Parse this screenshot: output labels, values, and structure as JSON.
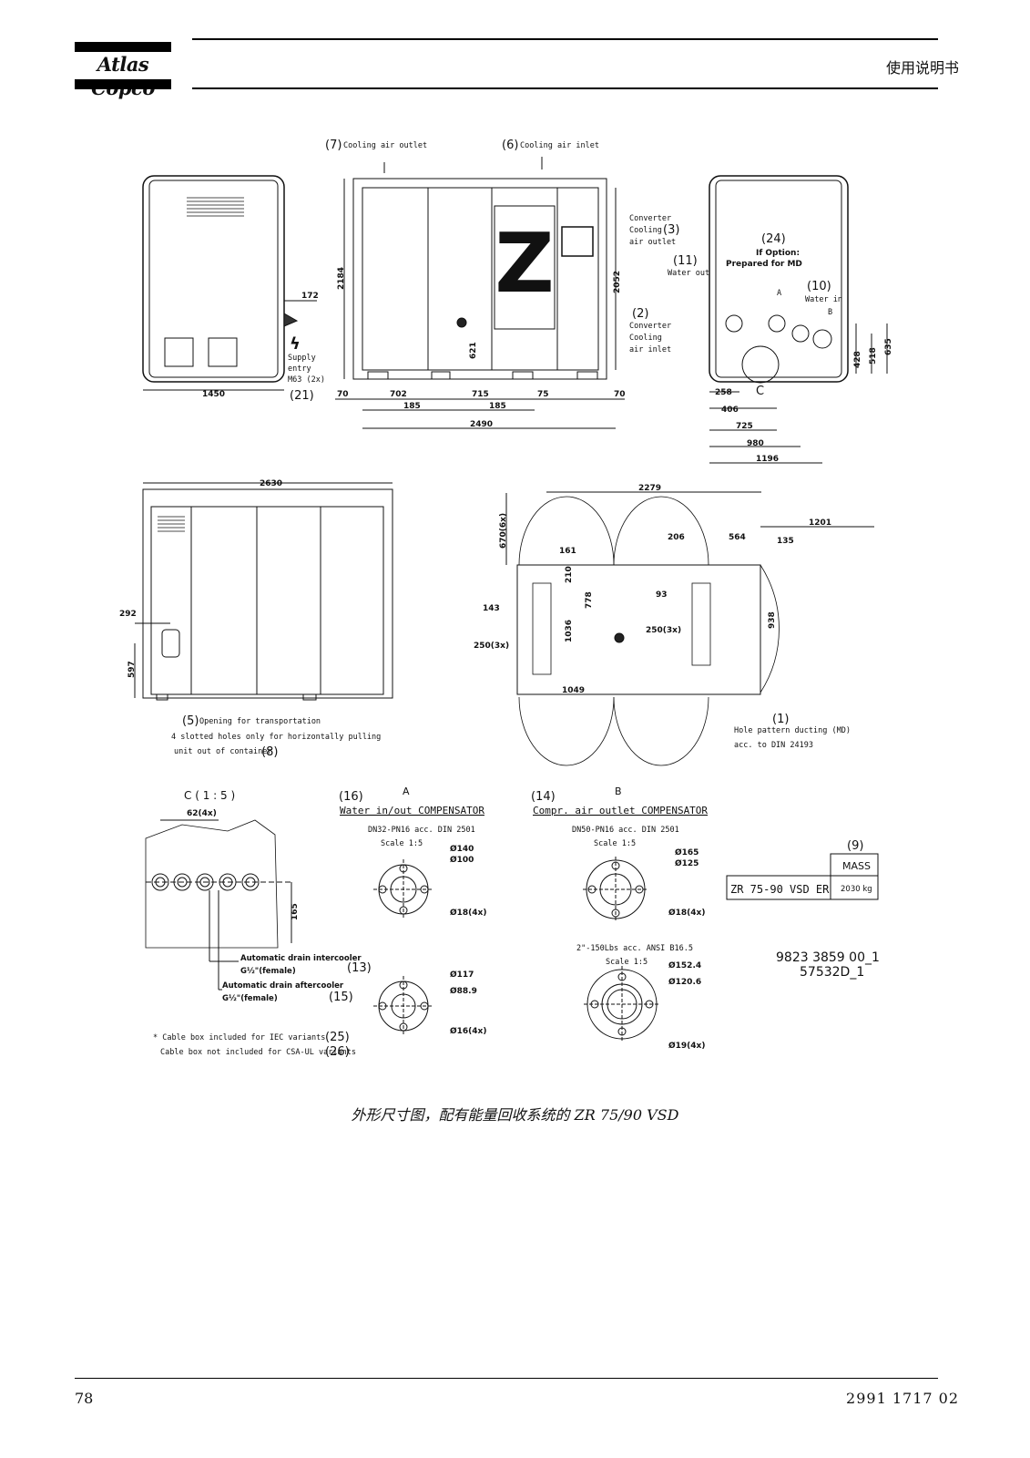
{
  "header": {
    "logo": "Atlas Copco",
    "title": "使用说明书"
  },
  "drawing": {
    "front": {
      "cooling_air_outlet": "Cooling air outlet",
      "cooling_air_outlet_ref": "(7)",
      "cooling_air_inlet": "Cooling air inlet",
      "cooling_air_inlet_ref": "(6)",
      "converter_outlet": [
        "Converter",
        "Cooling",
        "air outlet"
      ],
      "converter_outlet_ref": "(3)",
      "converter_inlet": [
        "Converter",
        "Cooling",
        "air inlet"
      ],
      "converter_inlet_ref": "(2)",
      "dims": [
        "2184",
        "2052",
        "621",
        "70",
        "702",
        "715",
        "75",
        "70",
        "185",
        "185",
        "2490"
      ]
    },
    "left": {
      "supply_entry": [
        "Supply",
        "entry",
        "M63 (2x)"
      ],
      "supply_ref": "(21)",
      "dims": [
        "172",
        "1450"
      ]
    },
    "right": {
      "water_out": "Water out",
      "water_out_ref": "(11)",
      "option_ref": "(24)",
      "option_text": [
        "If Option:",
        "Prepared for MD"
      ],
      "water_in": "Water in",
      "water_in_ref": "(10)",
      "markers": [
        "A",
        "B",
        "C"
      ],
      "dims": [
        "428",
        "518",
        "635",
        "258",
        "406",
        "725",
        "980",
        "1196"
      ]
    },
    "side": {
      "dims": [
        "2630",
        "292",
        "597"
      ],
      "opening_ref": "(5)",
      "opening": "Opening for transportation",
      "slotted": [
        "4 slotted holes only for horizontally pulling",
        "unit out of container"
      ],
      "slotted_ref": "(8)"
    },
    "top": {
      "dims": [
        "2279",
        "670(6x)",
        "161",
        "210",
        "206",
        "564",
        "135",
        "1201",
        "143",
        "778",
        "93",
        "250(3x)",
        "250(3x)",
        "1036",
        "938",
        "1049"
      ],
      "hole_ref": "(1)",
      "hole_text": [
        "Hole pattern ducting (MD)",
        "acc. to DIN 24193"
      ]
    },
    "detail_c": {
      "title": "C  ( 1 : 5 )",
      "dims": [
        "62(4x)",
        "165"
      ],
      "drain_inter": [
        "Automatic drain intercooler",
        "G½\"(female)"
      ],
      "drain_inter_ref": "(13)",
      "drain_after": [
        "Automatic drain aftercooler",
        "G½\"(female)"
      ],
      "drain_after_ref": "(15)"
    },
    "detail_a": {
      "ref": "(16)",
      "letter": "A",
      "title": "Water in/out COMPENSATOR",
      "spec": "DN32-PN16 acc. DIN 2501",
      "scale": "Scale 1:5",
      "dims1": [
        "Ø140",
        "Ø100",
        "Ø18(4x)"
      ],
      "dims2": [
        "Ø117",
        "Ø88.9",
        "Ø16(4x)"
      ]
    },
    "detail_b": {
      "ref": "(14)",
      "letter": "B",
      "title": "Compr. air outlet COMPENSATOR",
      "spec": "DN50-PN16 acc. DIN 2501",
      "scale": "Scale 1:5",
      "dims1": [
        "Ø165",
        "Ø125",
        "Ø18(4x)"
      ],
      "spec2": "2\"-150Lbs acc. ANSI B16.5",
      "scale2": "Scale 1:5",
      "dims2": [
        "Ø152.4",
        "Ø120.6",
        "Ø19(4x)"
      ]
    },
    "mass": {
      "ref": "(9)",
      "header": "MASS",
      "model": "ZR 75-90 VSD ER",
      "value": "2030 kg"
    },
    "docnums": [
      "9823 3859 00_1",
      "57532D_1"
    ],
    "cable_notes": [
      {
        "text": "* Cable box included for IEC variants",
        "ref": "(25)"
      },
      {
        "text": "Cable box not included for CSA-UL variants",
        "ref": "(26)"
      }
    ]
  },
  "caption": "外形尺寸图，配有能量回收系统的 ZR 75/90 VSD",
  "footer": {
    "page": "78",
    "doc": "2991 1717 02"
  }
}
